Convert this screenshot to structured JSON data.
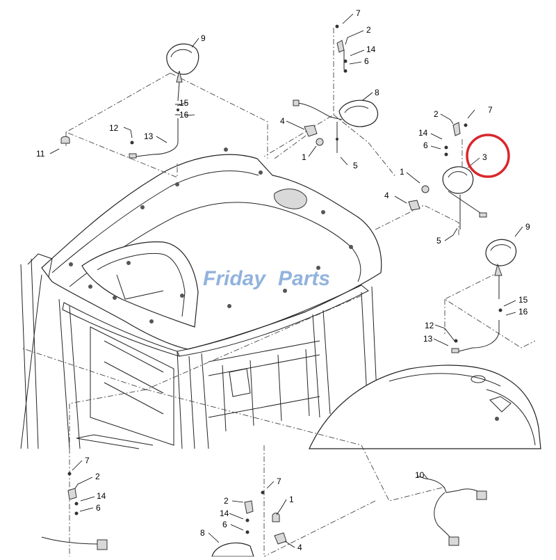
{
  "watermark": {
    "brand_part1": "Friday",
    "brand_part2": "Parts"
  },
  "callouts": {
    "c1": "7",
    "c2": "2",
    "c3": "14",
    "c4": "6",
    "c5": "9",
    "c6": "8",
    "c7": "15",
    "c8": "16",
    "c9": "12",
    "c10": "13",
    "c11": "11",
    "c12": "4",
    "c13": "1",
    "c14": "5",
    "c15": "2",
    "c16": "7",
    "c17": "14",
    "c18": "6",
    "c19": "3",
    "c20": "1",
    "c21": "4",
    "c22": "5",
    "c23": "9",
    "c24": "15",
    "c25": "16",
    "c26": "12",
    "c27": "13",
    "c28": "7",
    "c29": "2",
    "c30": "14",
    "c31": "6",
    "c32": "10",
    "c33": "7",
    "c34": "2",
    "c35": "1",
    "c36": "14",
    "c37": "6",
    "c38": "8",
    "c39": "4"
  },
  "highlight": {
    "color": "#d9262c",
    "target": "3"
  },
  "colors": {
    "line": "#222222",
    "watermark": "#7ea6d8"
  }
}
